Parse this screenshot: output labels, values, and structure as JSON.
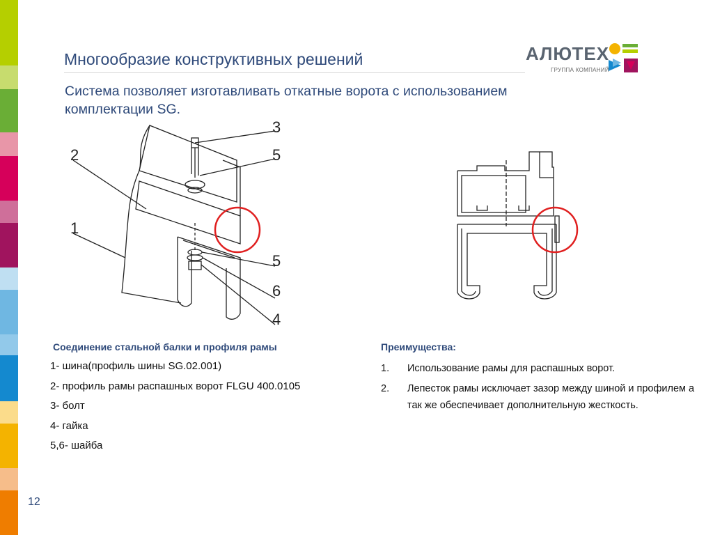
{
  "header": {
    "title": "Многообразие конструктивных решений",
    "logo_text": "АЛЮТЕХ",
    "logo_subtext": "ГРУППА КОМПАНИЙ"
  },
  "subtitle": "Система позволяет изготавливать откатные ворота с использованием комплектации SG.",
  "drawing_left": {
    "callouts": [
      "3",
      "5",
      "2",
      "1",
      "5",
      "6",
      "4"
    ]
  },
  "left_section": {
    "caption": "Соединение стальной балки и профиля рамы",
    "parts": [
      "1- шина(профиль шины SG.02.001)",
      "2- профиль рамы распашных ворот FLGU 400.0105",
      "3- болт",
      "4- гайка",
      "5,6- шайба"
    ]
  },
  "right_section": {
    "title": "Преимущества:",
    "items": [
      {
        "num": "1.",
        "text": "Использование рамы для распашных ворот."
      },
      {
        "num": "2.",
        "text": "Лепесток рамы исключает зазор между шиной и профилем а так же обеспечивает дополнительную жесткость."
      }
    ]
  },
  "footer": {
    "page_number": "12"
  },
  "colors": {
    "title": "#2f4a7a",
    "highlight_circle": "#e02020",
    "stripes": [
      "#b5cf00",
      "#c7dc6e",
      "#6aae36",
      "#e896a8",
      "#d6005a",
      "#cf6f9a",
      "#a0145e",
      "#bfdff2",
      "#6fb7e2",
      "#1489cf",
      "#92c9ea",
      "#fbdc8b",
      "#f4b300",
      "#f6bd8a",
      "#ef7d00"
    ]
  }
}
